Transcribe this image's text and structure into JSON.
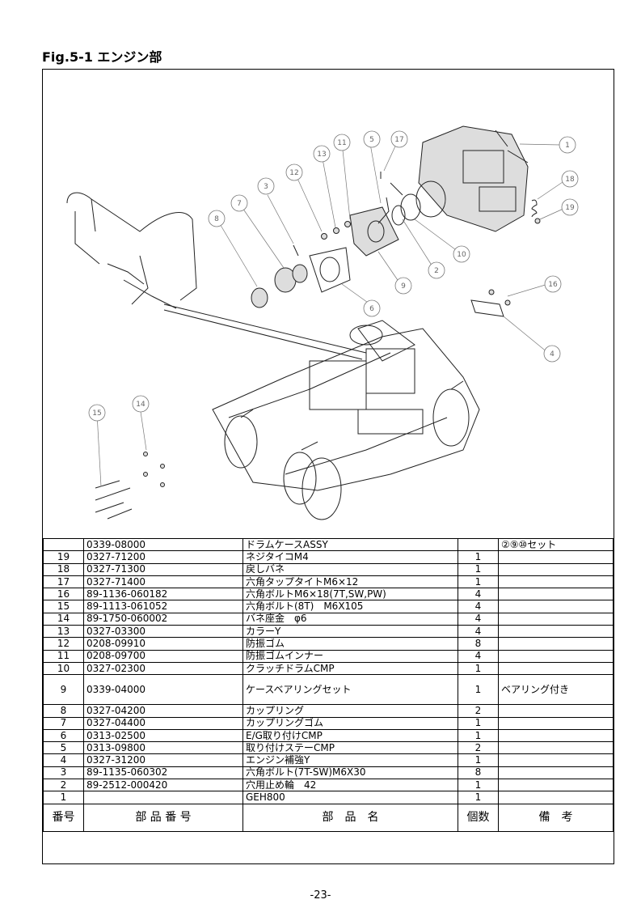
{
  "header": {
    "title": "Fig.5-1 エンジン部"
  },
  "callouts": [
    {
      "label": "1"
    },
    {
      "label": "2"
    },
    {
      "label": "3"
    },
    {
      "label": "4"
    },
    {
      "label": "5"
    },
    {
      "label": "6"
    },
    {
      "label": "7"
    },
    {
      "label": "8"
    },
    {
      "label": "9"
    },
    {
      "label": "10"
    },
    {
      "label": "11"
    },
    {
      "label": "12"
    },
    {
      "label": "13"
    },
    {
      "label": "14"
    },
    {
      "label": "15"
    },
    {
      "label": "16"
    },
    {
      "label": "17"
    },
    {
      "label": "18"
    },
    {
      "label": "19"
    }
  ],
  "rows": [
    {
      "no": "",
      "part_no": "0339-08000",
      "name": "ドラムケースASSY",
      "qty": "",
      "note": "②⑨⑩セット"
    },
    {
      "no": "19",
      "part_no": "0327-71200",
      "name": "ネジタイコM4",
      "qty": "1",
      "note": ""
    },
    {
      "no": "18",
      "part_no": "0327-71300",
      "name": "戻しバネ",
      "qty": "1",
      "note": ""
    },
    {
      "no": "17",
      "part_no": "0327-71400",
      "name": "六角タップタイトM6×12",
      "qty": "1",
      "note": ""
    },
    {
      "no": "16",
      "part_no": "89-1136-060182",
      "name": "六角ボルトM6×18(7T,SW,PW)",
      "qty": "4",
      "note": ""
    },
    {
      "no": "15",
      "part_no": "89-1113-061052",
      "name": "六角ボルト(8T)　M6X105",
      "qty": "4",
      "note": ""
    },
    {
      "no": "14",
      "part_no": "89-1750-060002",
      "name": "バネ座金　φ6",
      "qty": "4",
      "note": ""
    },
    {
      "no": "13",
      "part_no": "0327-03300",
      "name": "カラーY",
      "qty": "4",
      "note": ""
    },
    {
      "no": "12",
      "part_no": "0208-09910",
      "name": "防振ゴム",
      "qty": "8",
      "note": ""
    },
    {
      "no": "11",
      "part_no": "0208-09700",
      "name": "防振ゴムインナー",
      "qty": "4",
      "note": ""
    },
    {
      "no": "10",
      "part_no": "0327-02300",
      "name": "クラッチドラムCMP",
      "qty": "1",
      "note": ""
    },
    {
      "no": "9",
      "part_no": "0339-04000",
      "name": "ケースベアリングセット",
      "qty": "1",
      "note": "ベアリング付き"
    },
    {
      "no": "8",
      "part_no": "0327-04200",
      "name": "カップリング",
      "qty": "2",
      "note": ""
    },
    {
      "no": "7",
      "part_no": "0327-04400",
      "name": "カップリングゴム",
      "qty": "1",
      "note": ""
    },
    {
      "no": "6",
      "part_no": "0313-02500",
      "name": "E/G取り付けCMP",
      "qty": "1",
      "note": ""
    },
    {
      "no": "5",
      "part_no": "0313-09800",
      "name": "取り付けステーCMP",
      "qty": "2",
      "note": ""
    },
    {
      "no": "4",
      "part_no": "0327-31200",
      "name": "エンジン補強Y",
      "qty": "1",
      "note": ""
    },
    {
      "no": "3",
      "part_no": "89-1135-060302",
      "name": "六角ボルト(7T-SW)M6X30",
      "qty": "8",
      "note": ""
    },
    {
      "no": "2",
      "part_no": "89-2512-000420",
      "name": "穴用止め輪　42",
      "qty": "1",
      "note": ""
    },
    {
      "no": "1",
      "part_no": "",
      "name": "GEH800",
      "qty": "1",
      "note": ""
    }
  ],
  "table_header": {
    "no": "番号",
    "part_no": "部 品 番 号",
    "name": "部　品　名",
    "qty": "個数",
    "note": "備　考"
  },
  "footer": {
    "page": "-23-"
  }
}
